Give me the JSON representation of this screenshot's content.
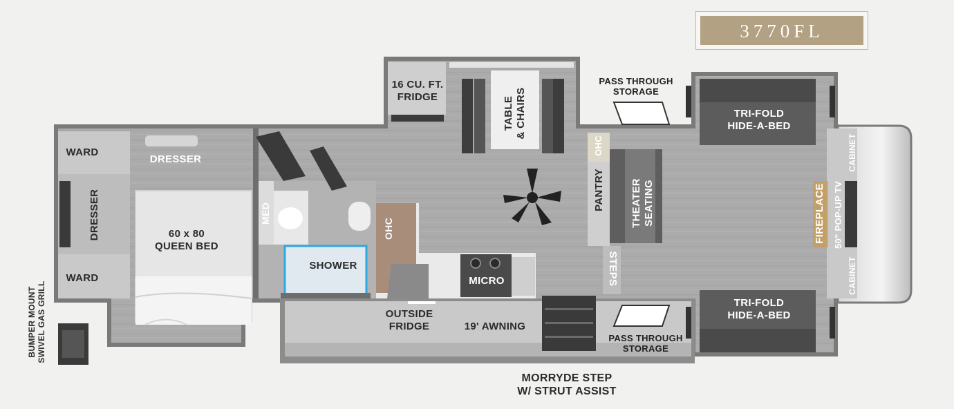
{
  "model": "3770FL",
  "labels": {
    "fridge": "16 CU. FT.\nFRIDGE",
    "table": "TABLE\n& CHAIRS",
    "pass_through_top": "PASS THROUGH\nSTORAGE",
    "pass_through_bottom": "PASS THROUGH\nSTORAGE",
    "hide_bed_top": "TRI-FOLD\nHIDE-A-BED",
    "hide_bed_bottom": "TRI-FOLD\nHIDE-A-BED",
    "ward_top": "WARD",
    "ward_bottom": "WARD",
    "dresser_top": "DRESSER",
    "dresser_side": "DRESSER",
    "queen_bed": "60 x 80\nQUEEN BED",
    "med": "MED",
    "shower": "SHOWER",
    "ohc_kitchen": "OHC",
    "micro": "MICRO",
    "outside_fridge": "OUTSIDE\nFRIDGE",
    "awning": "19' AWNING",
    "ohc_pantry": "OHC",
    "pantry": "PANTRY",
    "theater": "THEATER\nSEATING",
    "steps": "STEPS",
    "fireplace": "FIREPLACE",
    "tv": "50\" POP-UP TV",
    "cabinet_top": "CABINET",
    "cabinet_bottom": "CABINET",
    "grill": "BUMPER MOUNT\nSWIVEL GAS GRILL",
    "morryde": "MORRYDE STEP\nW/ STRUT ASSIST"
  },
  "colors": {
    "floor": "#a9a9a7",
    "wall": "#6e6e6e",
    "sofa": "#6c6c6c",
    "badge": "#b2a183"
  }
}
